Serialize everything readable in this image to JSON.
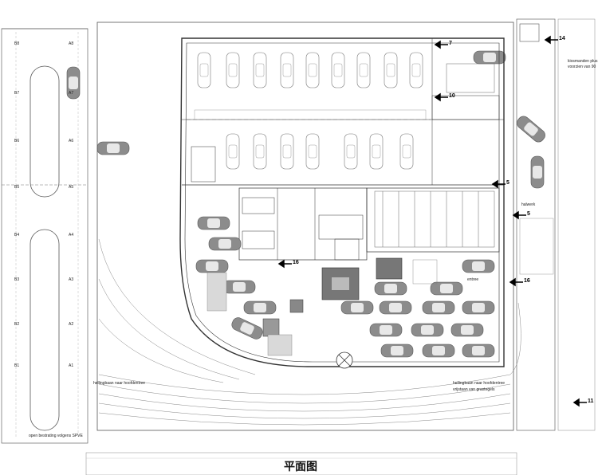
{
  "caption": "平面图",
  "labels": {
    "open_bestrating": "open bestrating volgens SPVE",
    "hellingbaan_left": "hellingbaan naar hoofdentree",
    "hellingbaan_right": "hellingbaan naar hoofdentree",
    "grastegels": "vrijstaan van grastegels",
    "kiosk_top": "kiosmanden plus",
    "kiosk_bottom": "voorzien van 90",
    "halwerk": "halwerk",
    "entree": "entree"
  },
  "markers": [
    "14",
    "7",
    "10",
    "5",
    "5",
    "16",
    "16",
    "11"
  ],
  "grid_left": [
    "B8",
    "B7",
    "B6",
    "B5",
    "B4",
    "B3",
    "B2",
    "B1"
  ],
  "grid_right": [
    "A8",
    "A7",
    "A6",
    "A5",
    "A4",
    "A3",
    "A2",
    "A1"
  ]
}
